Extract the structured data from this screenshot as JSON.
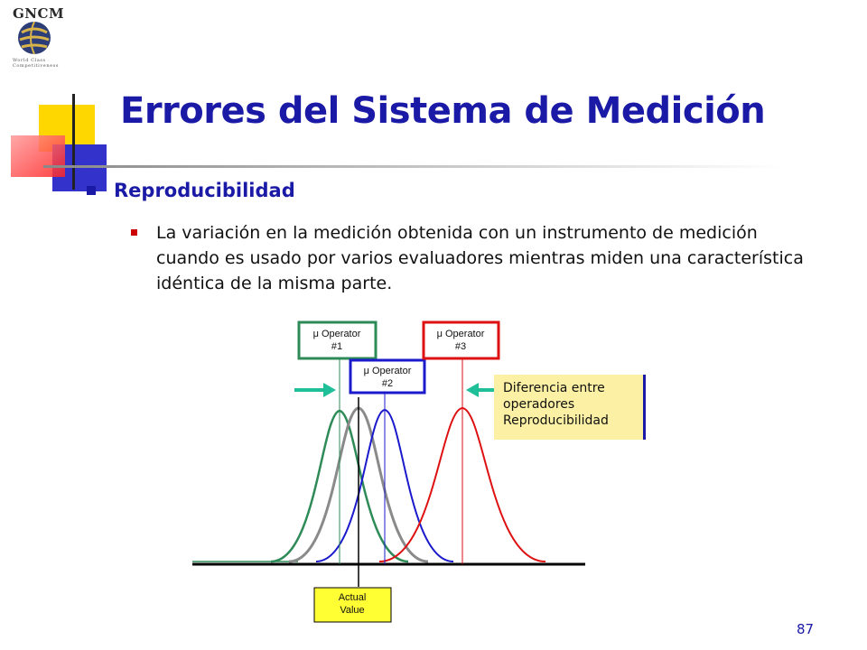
{
  "logo": {
    "name": "GNCM",
    "tagline": "World Class Competitiveness"
  },
  "title": "Errores del Sistema de Medición",
  "bullets": {
    "level1": "Reproducibilidad",
    "level2": "La variación en la medición obtenida con un instrumento de medición cuando es usado por varios evaluadores mientras miden una característica idéntica de la misma parte."
  },
  "diagram": {
    "operators": [
      {
        "mu": "μ",
        "label": "Operator",
        "num": "#1",
        "color": "#2e8b57"
      },
      {
        "mu": "μ",
        "label": "Operator",
        "num": "#2",
        "color": "#1a1acc"
      },
      {
        "mu": "μ",
        "label": "Operator",
        "num": "#3",
        "color": "#dd1111"
      }
    ],
    "actual_value": {
      "line1": "Actual",
      "line2": "Value"
    },
    "difference_note": [
      "Diferencia entre",
      "operadores",
      "Reproducibilidad"
    ],
    "colors": {
      "arrow": "#1fbf9a",
      "actual": "#808080",
      "axis": "#000000",
      "box_fill": "#fbf0a3"
    }
  },
  "page_number": "87"
}
